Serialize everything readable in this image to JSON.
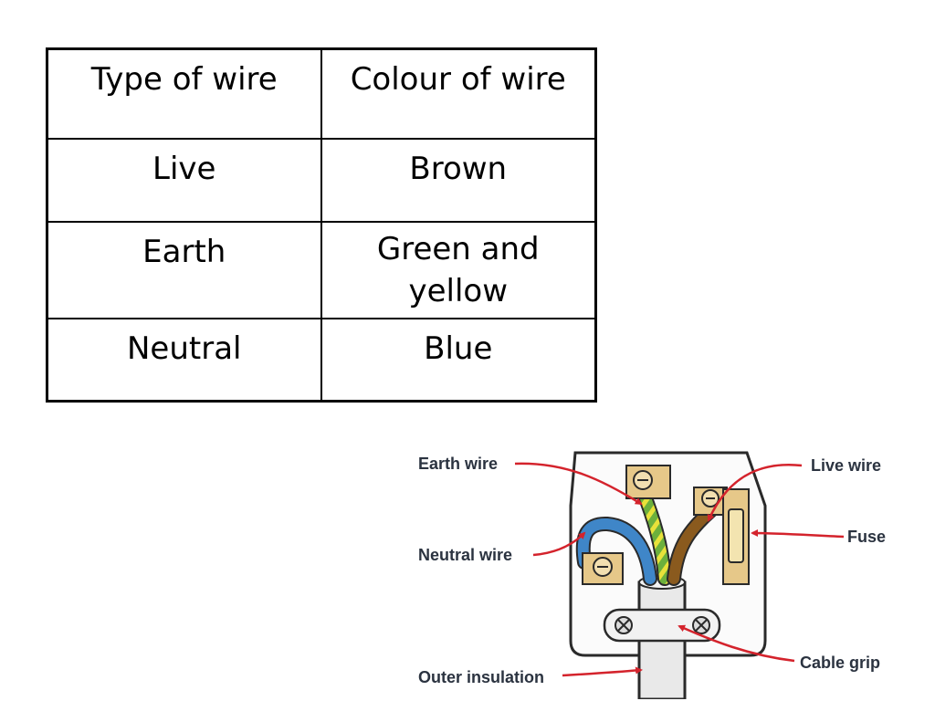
{
  "table": {
    "headers": [
      "Type of wire",
      "Colour of wire"
    ],
    "rows": [
      {
        "type": "Live",
        "colour": "Brown"
      },
      {
        "type": "Earth",
        "colour": "Green and yellow"
      },
      {
        "type": "Neutral",
        "colour": "Blue"
      }
    ]
  },
  "diagram": {
    "labels": {
      "earth_wire": "Earth wire",
      "live_wire": "Live wire",
      "fuse": "Fuse",
      "neutral_wire": "Neutral wire",
      "outer_insulation": "Outer insulation",
      "cable_grip": "Cable grip"
    }
  },
  "colors": {
    "live_wire": "#8a5a1e",
    "neutral_wire": "#3f86c8",
    "earth_wire_green": "#6cb03c",
    "earth_wire_yellow": "#e8e23a",
    "pointer_arrows": "#d4232c",
    "terminals": "#e6c889",
    "fuse": "#f3e4b0"
  }
}
